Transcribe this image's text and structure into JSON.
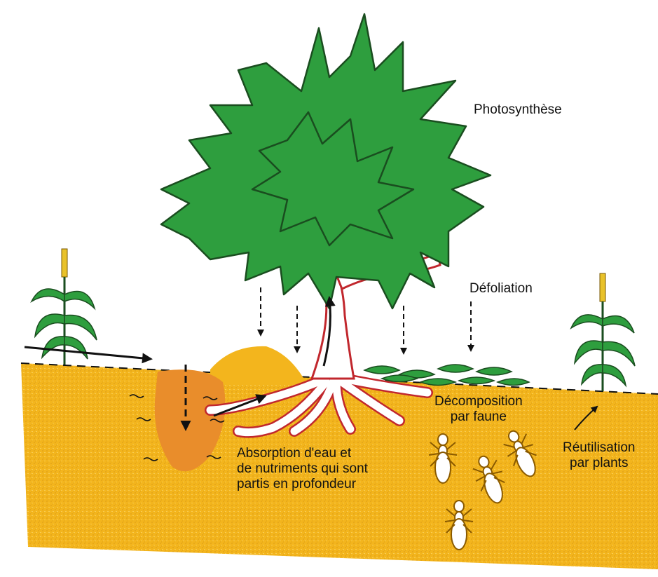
{
  "labels": {
    "photosynthesis": "Photosynthèse",
    "defoliation": "Défoliation",
    "decomposition_line1": "Décomposition",
    "decomposition_line2": "par faune",
    "reuse_line1": "Réutilisation",
    "reuse_line2": "par plants",
    "absorption_line1": "Absorption d'eau et",
    "absorption_line2": "de nutriments qui sont",
    "absorption_line3": "partis en profondeur"
  },
  "colors": {
    "soil": "#f3b51d",
    "deep_pocket": "#e98d2b",
    "foliage": "#2e9e3e",
    "outline": "#1a4d1f",
    "root_edge": "#c1272d",
    "ink": "#111111"
  }
}
